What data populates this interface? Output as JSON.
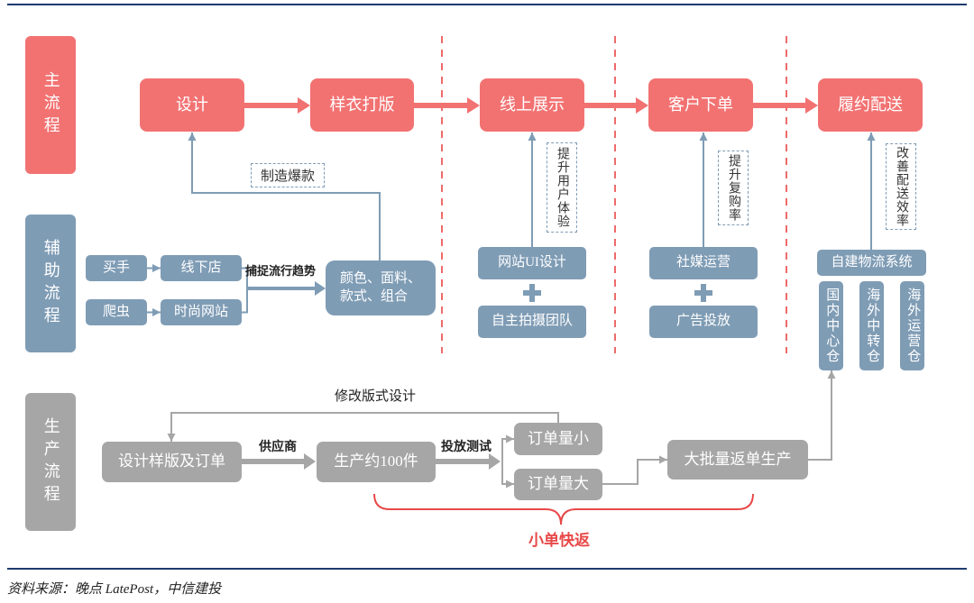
{
  "lanes": {
    "main": "主流程",
    "aux": "辅助流程",
    "prod": "生产流程"
  },
  "main_flow": [
    "设计",
    "样衣打版",
    "线上展示",
    "客户下单",
    "履约配送"
  ],
  "aux": {
    "buyer": "买手",
    "offline_store": "线下店",
    "crawler": "爬虫",
    "fashion_site": "时尚网站",
    "trend_label": "捕捉流行趋势",
    "combo_line1": "颜色、面料、",
    "combo_line2": "款式、组合",
    "hit_label": "制造爆款",
    "web_ui": "网站UI设计",
    "photo_team": "自主拍摄团队",
    "ux_label": "提升用户体验",
    "social": "社媒运营",
    "ads": "广告投放",
    "repurchase_label": "提升复购率",
    "logistics": "自建物流系统",
    "delivery_label": "改善配送效率",
    "warehouses": [
      "国内中心仓",
      "海外中转仓",
      "海外运营仓"
    ]
  },
  "production": {
    "design_order": "设计样版及订单",
    "supplier_label": "供应商",
    "produce_100": "生产约100件",
    "test_label": "投放测试",
    "small_order": "订单量小",
    "large_order": "订单量大",
    "revise_label": "修改版式设计",
    "mass_reorder": "大批量返单生产",
    "brace_label": "小单快返"
  },
  "source": "资料来源：晚点 LatePost，中信建投",
  "colors": {
    "main": "#f27272",
    "aux": "#7f9cb5",
    "prod": "#a6a6a6",
    "divider": "#ee6b6b",
    "brace": "#e84848",
    "rule": "#1f3b6f"
  }
}
